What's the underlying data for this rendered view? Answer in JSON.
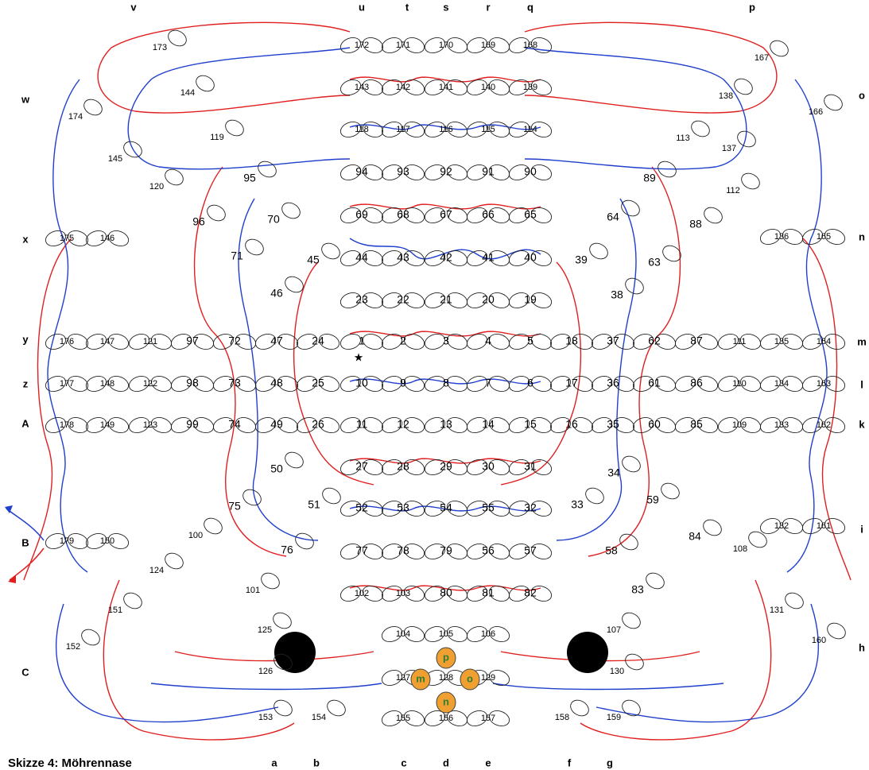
{
  "caption": "Skizze 4: Möhrennase",
  "colors": {
    "red_strand": "#e02020",
    "blue_strand": "#1f3fcc",
    "marker_fill": "#f0a030",
    "marker_text": "#2e7d32",
    "nose": "#000000"
  },
  "edge_labels": {
    "top": [
      "v",
      "u",
      "t",
      "s",
      "r",
      "q",
      "p"
    ],
    "right": [
      "o",
      "n",
      "m",
      "l",
      "k",
      "i",
      "h"
    ],
    "bottom": [
      "a",
      "b",
      "c",
      "d",
      "e",
      "f",
      "g"
    ],
    "left": [
      "w",
      "x",
      "y",
      "z",
      "A",
      "B",
      "C"
    ]
  },
  "markers": [
    "p",
    "m",
    "o",
    "n"
  ],
  "center_star": "★",
  "nodes": {
    "grid_rows": [
      [
        "176",
        "147",
        "121",
        "97",
        "72",
        "47",
        "24",
        "1",
        "2",
        "3",
        "4",
        "5",
        "18",
        "37",
        "62",
        "87",
        "111",
        "135",
        "164"
      ],
      [
        "177",
        "148",
        "122",
        "98",
        "73",
        "48",
        "25",
        "10",
        "9",
        "8",
        "7",
        "6",
        "17",
        "36",
        "61",
        "86",
        "110",
        "134",
        "163"
      ],
      [
        "178",
        "149",
        "123",
        "99",
        "74",
        "49",
        "26",
        "11",
        "12",
        "13",
        "14",
        "15",
        "16",
        "35",
        "60",
        "85",
        "109",
        "133",
        "162"
      ]
    ],
    "column_stack": [
      [
        "172",
        "171",
        "170",
        "169",
        "168"
      ],
      [
        "143",
        "142",
        "141",
        "140",
        "139"
      ],
      [
        "118",
        "117",
        "116",
        "115",
        "114"
      ],
      [
        "94",
        "93",
        "92",
        "91",
        "90"
      ],
      [
        "69",
        "68",
        "67",
        "66",
        "65"
      ],
      [
        "44",
        "43",
        "42",
        "41",
        "40"
      ],
      [
        "23",
        "22",
        "21",
        "20",
        "19"
      ],
      [
        "27",
        "28",
        "29",
        "30",
        "31"
      ],
      [
        "52",
        "53",
        "54",
        "55",
        "32"
      ],
      [
        "77",
        "78",
        "79",
        "56",
        "57"
      ],
      [
        "102",
        "103",
        "80",
        "81",
        "82"
      ],
      [
        "104",
        "105",
        "106"
      ],
      [
        "127",
        "128",
        "129"
      ],
      [
        "155",
        "156",
        "157"
      ]
    ],
    "other": [
      "173",
      "174",
      "144",
      "119",
      "145",
      "120",
      "95",
      "96",
      "70",
      "71",
      "45",
      "46",
      "167",
      "138",
      "166",
      "113",
      "137",
      "89",
      "112",
      "88",
      "64",
      "63",
      "39",
      "38",
      "136",
      "165",
      "175",
      "146",
      "50",
      "51",
      "75",
      "76",
      "100",
      "101",
      "124",
      "151",
      "152",
      "153",
      "154",
      "125",
      "126",
      "34",
      "33",
      "59",
      "84",
      "58",
      "83",
      "108",
      "132",
      "161",
      "131",
      "160",
      "107",
      "130",
      "158",
      "159",
      "150",
      "179"
    ]
  }
}
